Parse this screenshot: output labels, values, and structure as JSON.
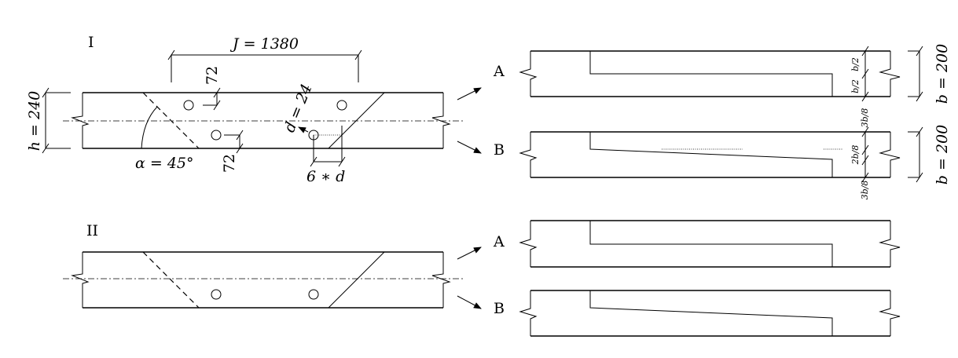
{
  "figure": {
    "case_I": {
      "label": "I",
      "dim_J": "J = 1380",
      "dim_h": "h = 240",
      "dim_72_top": "72",
      "dim_72_bottom": "72",
      "angle": "α = 45°",
      "dim_d": "d = 24",
      "dim_6d": "6 ∗ d",
      "variant_A": {
        "label": "A",
        "half_top": "b/2",
        "half_bottom": "b/2",
        "width": "b = 200"
      },
      "variant_B": {
        "label": "B",
        "top": "3b/8",
        "middle": "2b/8",
        "bottom": "3b/8",
        "width": "b = 200"
      }
    },
    "case_II": {
      "label": "II",
      "variant_A": {
        "label": "A"
      },
      "variant_B": {
        "label": "B"
      }
    }
  }
}
